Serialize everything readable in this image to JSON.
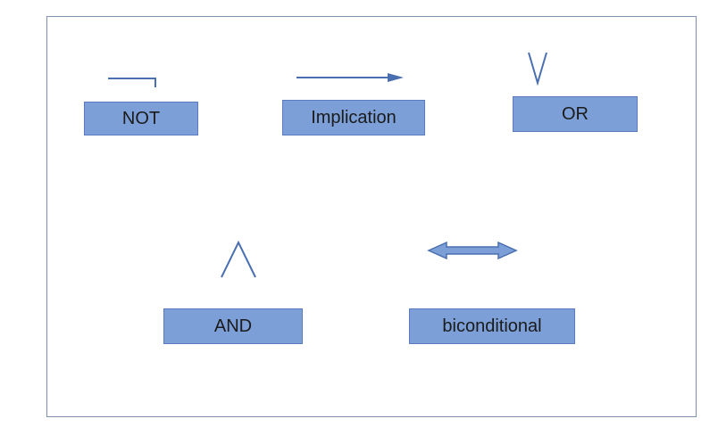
{
  "colors": {
    "box_fill": "#7b9fd6",
    "box_border": "#5b7bbf",
    "symbol": "#4a6fb0",
    "frame_border": "#7f8fb0",
    "text": "#1b1b1b"
  },
  "operators": [
    {
      "label": "NOT",
      "symbol": "negation-icon"
    },
    {
      "label": "Implication",
      "symbol": "right-arrow-icon"
    },
    {
      "label": "OR",
      "symbol": "or-vee-icon"
    },
    {
      "label": "AND",
      "symbol": "and-wedge-icon"
    },
    {
      "label": "biconditional",
      "symbol": "double-arrow-icon"
    }
  ]
}
